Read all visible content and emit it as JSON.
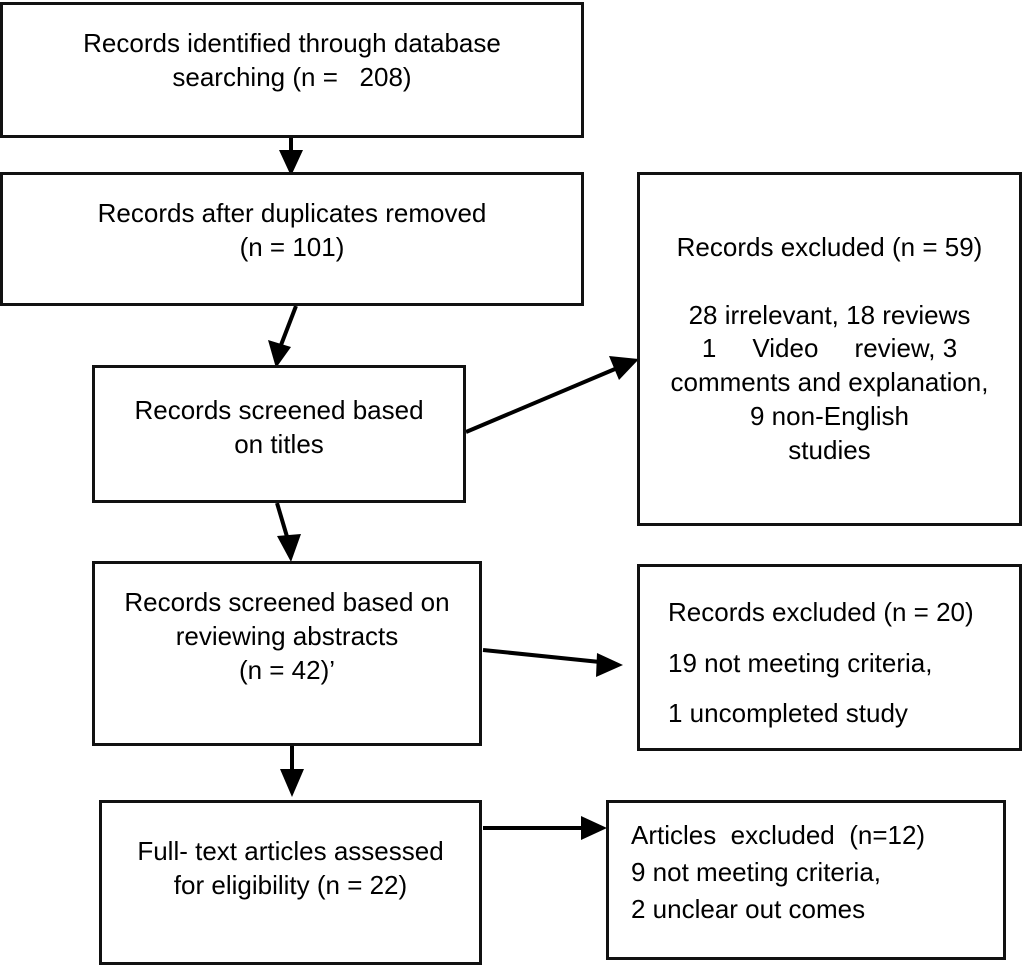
{
  "diagram": {
    "type": "prisma-flow-diagram",
    "background_color": "#ffffff",
    "line_color": "#000000",
    "text_color": "#000000",
    "boxes": {
      "identified": {
        "text": "Records identified through database\nsearching (n =   208)",
        "align": "center"
      },
      "duplicates": {
        "text": "Records after duplicates removed\n(n = 101)",
        "align": "center"
      },
      "screened_titles": {
        "text": "Records screened based\non titles",
        "align": "center"
      },
      "screened_abstracts": {
        "text": "Records screened based on\nreviewing abstracts\n(n = 42)’",
        "align": "center"
      },
      "fulltext": {
        "text": "Full- text articles assessed\nfor eligibility (n = 22)",
        "align": "center"
      },
      "excluded_59": {
        "text": "Records excluded (n = 59)\n\n28 irrelevant, 18 reviews\n1     Video     review, 3\ncomments and explanation,\n9 non-English\nstudies",
        "align": "center"
      },
      "excluded_20": {
        "text": "Records excluded (n = 20)\n19 not meeting criteria,\n1 uncompleted study",
        "align": "left"
      },
      "excluded_12": {
        "text": "Articles  excluded  (n=12)\n9 not meeting criteria,\n2 unclear out comes",
        "align": "left"
      }
    },
    "counts": {
      "identified": 208,
      "after_duplicates": 101,
      "screened_abstracts": 42,
      "fulltext_assessed": 22,
      "excluded_after_titles": 59,
      "excluded_after_abstracts": 20,
      "excluded_fulltext": 12
    },
    "exclusion_reasons": {
      "after_titles": [
        "28 irrelevant",
        "18 reviews",
        "1 Video review",
        "3 comments and explanation",
        "9 non-English studies"
      ],
      "after_abstracts": [
        "19 not meeting criteria",
        "1 uncompleted study"
      ],
      "fulltext": [
        "9 not meeting criteria",
        "2 unclear out comes"
      ]
    },
    "connectors": [
      {
        "name": "identified-to-duplicates",
        "from": "identified",
        "to": "duplicates"
      },
      {
        "name": "duplicates-to-screened-titles",
        "from": "duplicates",
        "to": "screened_titles"
      },
      {
        "name": "screened-titles-to-excluded-59",
        "from": "screened_titles",
        "to": "excluded_59"
      },
      {
        "name": "screened-titles-to-screened-abstracts",
        "from": "screened_titles",
        "to": "screened_abstracts"
      },
      {
        "name": "screened-abstracts-to-excluded-20",
        "from": "screened_abstracts",
        "to": "excluded_20"
      },
      {
        "name": "screened-abstracts-to-fulltext",
        "from": "screened_abstracts",
        "to": "fulltext"
      },
      {
        "name": "fulltext-to-excluded-12",
        "from": "fulltext",
        "to": "excluded_12"
      }
    ]
  }
}
